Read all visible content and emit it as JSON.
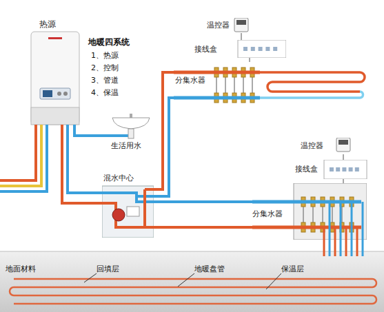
{
  "diagram": {
    "nodes": [
      {
        "text": [
          "热源"
        ]
      },
      {
        "text": [
          "生活用水"
        ]
      },
      {
        "text": [
          "混水中心"
        ]
      },
      {
        "text": [
          "温控器"
        ]
      },
      {
        "text": [
          "接线盒"
        ]
      },
      {
        "text": [
          "分集水器"
        ]
      },
      {
        "text": [
          "温控器"
        ]
      },
      {
        "text": [
          "接线盒"
        ]
      },
      {
        "text": [
          "分集水器"
        ]
      }
    ],
    "edges": [
      {
        "from": 0,
        "to": 1,
        "arrow": "none"
      },
      {
        "from": 0,
        "to": 2,
        "arrow": "none"
      },
      {
        "from": 2,
        "to": 5,
        "arrow": "none"
      },
      {
        "from": 2,
        "to": 8,
        "arrow": "none"
      },
      {
        "from": 3,
        "to": 4,
        "arrow": "none"
      },
      {
        "from": 4,
        "to": 5,
        "arrow": "none"
      },
      {
        "from": 6,
        "to": 7,
        "arrow": "none"
      },
      {
        "from": 7,
        "to": 8,
        "arrow": "none"
      }
    ],
    "labels": [
      "地暖四系统",
      "1、热源",
      "2、控制",
      "3、管道",
      "4、保温",
      "地面材料",
      "回填层",
      "地暖盘管",
      "保温层"
    ]
  }
}
